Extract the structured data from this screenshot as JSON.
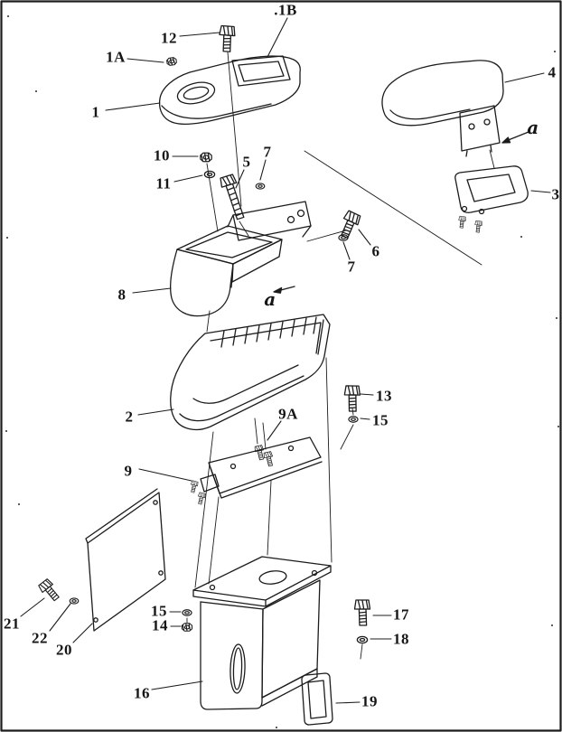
{
  "figure": {
    "background": "#ffffff",
    "ink": "#1c1c1c"
  },
  "callouts": [
    {
      "id": "12",
      "text": "12"
    },
    {
      "id": "1B",
      "text": ".1B"
    },
    {
      "id": "1A",
      "text": "1A"
    },
    {
      "id": "4",
      "text": "4"
    },
    {
      "id": "1",
      "text": "1"
    },
    {
      "id": "a-armrest",
      "text": "a"
    },
    {
      "id": "10",
      "text": "10"
    },
    {
      "id": "7-upper",
      "text": "7"
    },
    {
      "id": "5",
      "text": "5"
    },
    {
      "id": "11",
      "text": "11"
    },
    {
      "id": "3",
      "text": "3"
    },
    {
      "id": "6",
      "text": "6"
    },
    {
      "id": "7-middle",
      "text": "7"
    },
    {
      "id": "8",
      "text": "8"
    },
    {
      "id": "a-console",
      "text": "a"
    },
    {
      "id": "13",
      "text": "13"
    },
    {
      "id": "2",
      "text": "2"
    },
    {
      "id": "9A",
      "text": "9A"
    },
    {
      "id": "15-right",
      "text": "15"
    },
    {
      "id": "9",
      "text": "9"
    },
    {
      "id": "21",
      "text": "21"
    },
    {
      "id": "15-left",
      "text": "15"
    },
    {
      "id": "17",
      "text": "17"
    },
    {
      "id": "22",
      "text": "22"
    },
    {
      "id": "14",
      "text": "14"
    },
    {
      "id": "18",
      "text": "18"
    },
    {
      "id": "20",
      "text": "20"
    },
    {
      "id": "16",
      "text": "16"
    },
    {
      "id": "19",
      "text": "19"
    }
  ]
}
